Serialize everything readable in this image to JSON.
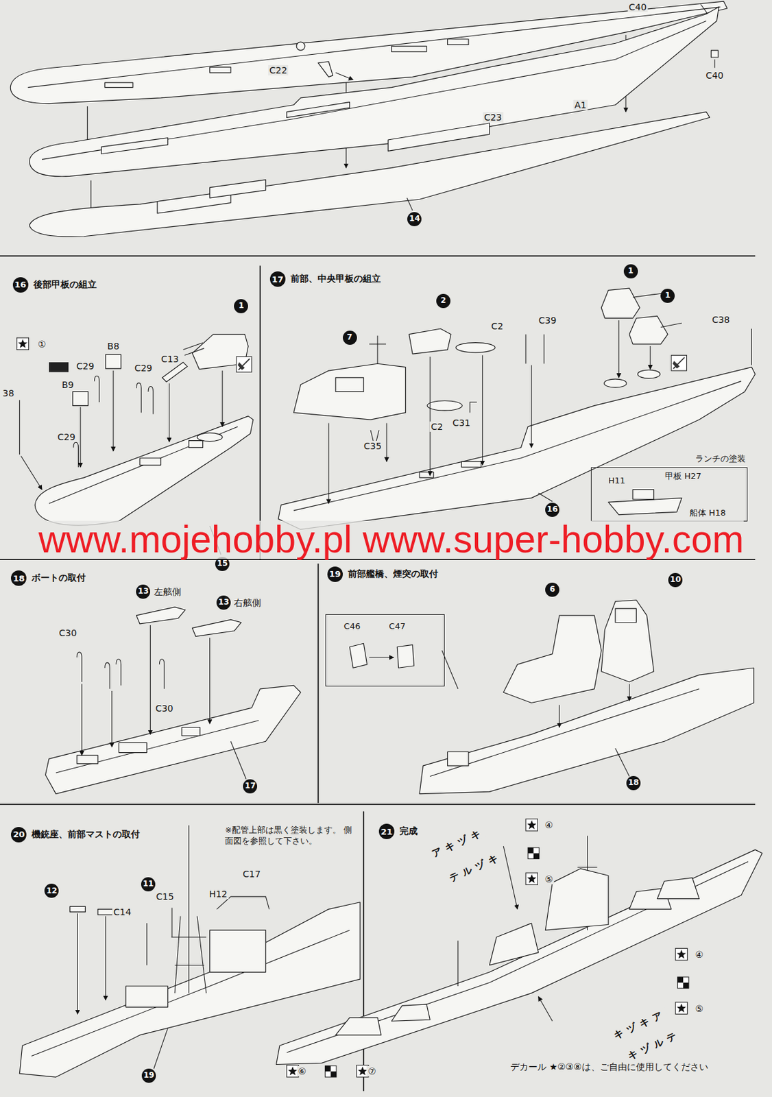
{
  "diagram": {
    "nodes": [
      {
        "text": [
          "16",
          "後部甲板の組立"
        ]
      },
      {
        "text": [
          "17",
          "前部、中央甲板の組立"
        ]
      },
      {
        "text": [
          "ランチの塗装",
          "甲板 H27",
          "H11",
          "船体 H18"
        ]
      },
      {
        "text": [
          "18",
          "ボートの取付"
        ]
      },
      {
        "text": [
          "19",
          "前部艦橋、煙突の取付"
        ]
      },
      {
        "text": [
          "C46",
          "C47"
        ]
      },
      {
        "text": [
          "20",
          "機銃座、前部マストの取付"
        ]
      },
      {
        "text": [
          "21",
          "完成"
        ]
      }
    ],
    "labels": [
      "C40",
      "C22",
      "C23",
      "A1",
      "C40",
      "14",
      "①",
      "38",
      "B8",
      "C29",
      "C13",
      "C29",
      "B9",
      "1",
      "C29",
      "15",
      "7",
      "2",
      "C2",
      "C39",
      "1",
      "1",
      "C38",
      "C35",
      "C2",
      "C31",
      "16",
      "C30",
      "13",
      "左舷側",
      "13",
      "右舷側",
      "C30",
      "17",
      "6",
      "10",
      "18",
      "※配管上部は黒く塗装します。 側面図を参照して下さい。",
      "11",
      "12",
      "H12",
      "C17",
      "C15",
      "C14",
      "19",
      "④",
      "⑤",
      "アキヅキ",
      "テルヅキ",
      "④",
      "⑤",
      "キヅキア",
      "キヅルテ",
      "⑥",
      "⑦",
      "デカール ★②③⑧は、ご自由に使用してください",
      "www.mojehobby.pl www.super-hobby.com"
    ]
  }
}
